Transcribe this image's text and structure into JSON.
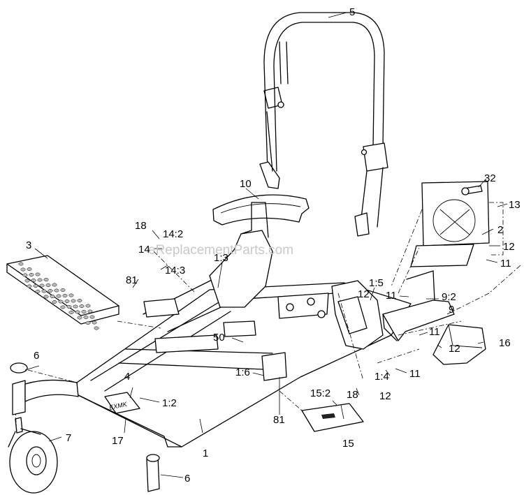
{
  "watermark": "eReplacementParts.com",
  "callouts": {
    "c5": "5",
    "c10": "10",
    "c32": "32",
    "c13": "13",
    "c2": "2",
    "c12a": "12",
    "c11a": "11",
    "c3": "3",
    "c18a": "18",
    "c14_2": "14:2",
    "c14": "14",
    "c14_3": "14:3",
    "c1_3": "1:3",
    "c81a": "81",
    "c1_5": "1:5",
    "c12b": "12",
    "c11b": "11",
    "c9_2": "9:2",
    "c9": "9",
    "c11c": "11",
    "c16": "16",
    "c12c": "12",
    "c50": "50",
    "c6a": "6",
    "c1_6": "1:6",
    "c1_4": "1:4",
    "c11d": "11",
    "c12d": "12",
    "c4": "4",
    "c1_2": "1:2",
    "c15_2": "15:2",
    "c18b": "18",
    "c81b": "81",
    "c7": "7",
    "c17": "17",
    "c1": "1",
    "c15": "15",
    "c6b": "6"
  }
}
